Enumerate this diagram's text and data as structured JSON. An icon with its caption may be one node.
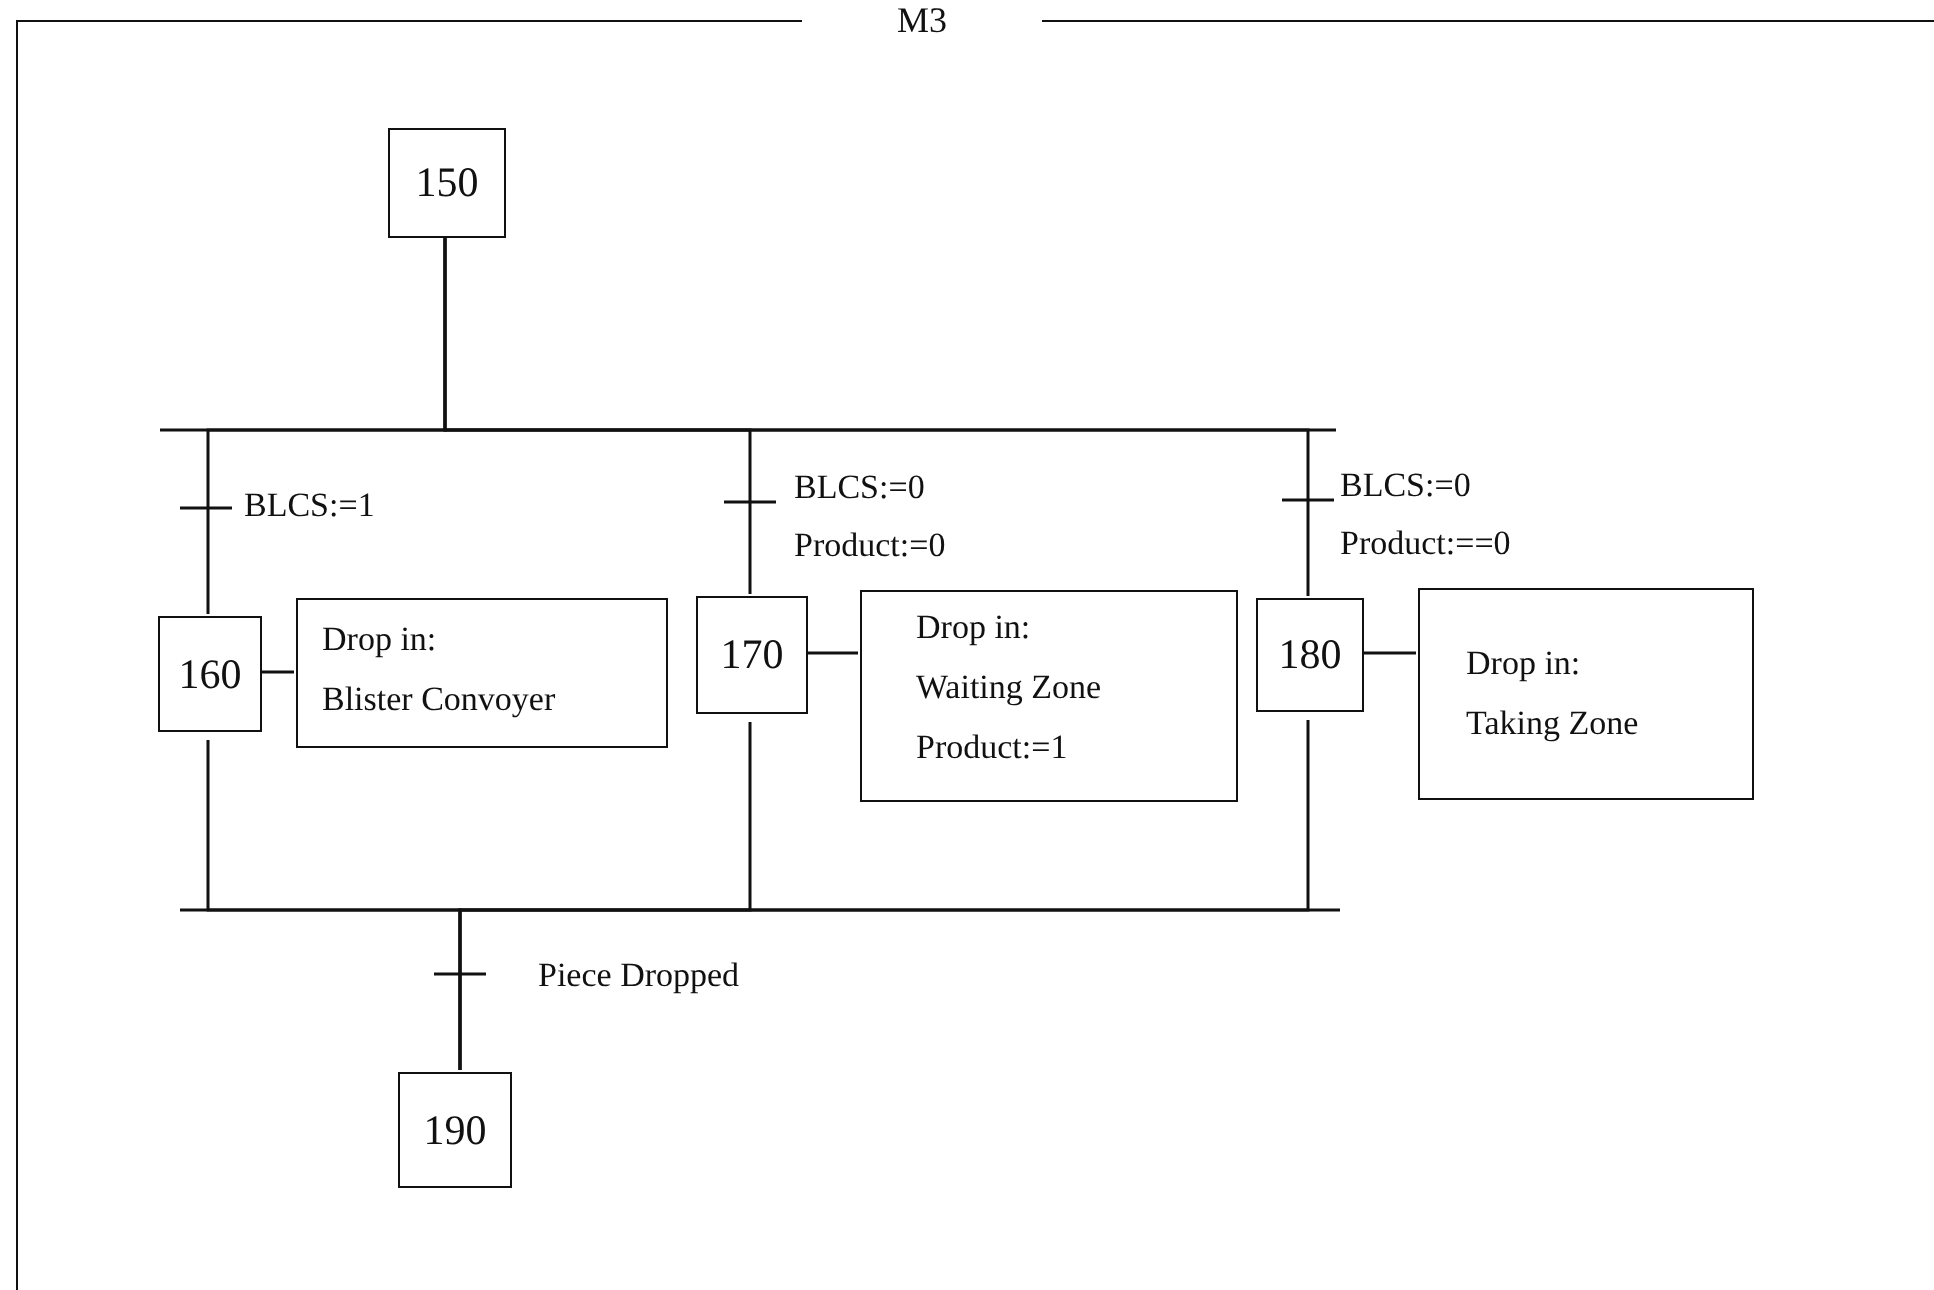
{
  "diagram": {
    "nodes": [
      {
        "text": [
          "M3"
        ]
      },
      {
        "text": [
          "150"
        ],
        "in": 0
      },
      {
        "text": [
          "160"
        ],
        "in": 0
      },
      {
        "text": [
          "Drop in:",
          "Blister Convoyer"
        ],
        "in": 0
      },
      {
        "text": [
          "170"
        ],
        "in": 0
      },
      {
        "text": [
          "Drop in:",
          "Waiting Zone",
          "Product:=1"
        ],
        "in": 0
      },
      {
        "text": [
          "180"
        ],
        "in": 0
      },
      {
        "text": [
          "Drop in:",
          "Taking Zone"
        ],
        "in": 0
      },
      {
        "text": [
          "190"
        ],
        "in": 0
      }
    ],
    "edges": [
      {
        "from": 1,
        "to": 2,
        "arrow": "none",
        "label": "BLCS:=1"
      },
      {
        "from": 1,
        "to": 4,
        "arrow": "none",
        "label": "BLCS:=0 Product:=0"
      },
      {
        "from": 1,
        "to": 6,
        "arrow": "none",
        "label": "BLCS:=0 Product:==0"
      },
      {
        "from": 2,
        "to": 3,
        "arrow": "none"
      },
      {
        "from": 4,
        "to": 5,
        "arrow": "none"
      },
      {
        "from": 6,
        "to": 7,
        "arrow": "none"
      },
      {
        "from": 2,
        "to": 8,
        "arrow": "none"
      },
      {
        "from": 4,
        "to": 8,
        "arrow": "none"
      },
      {
        "from": 6,
        "to": 8,
        "arrow": "none"
      }
    ],
    "labels": [
      "Piece Dropped"
    ]
  }
}
